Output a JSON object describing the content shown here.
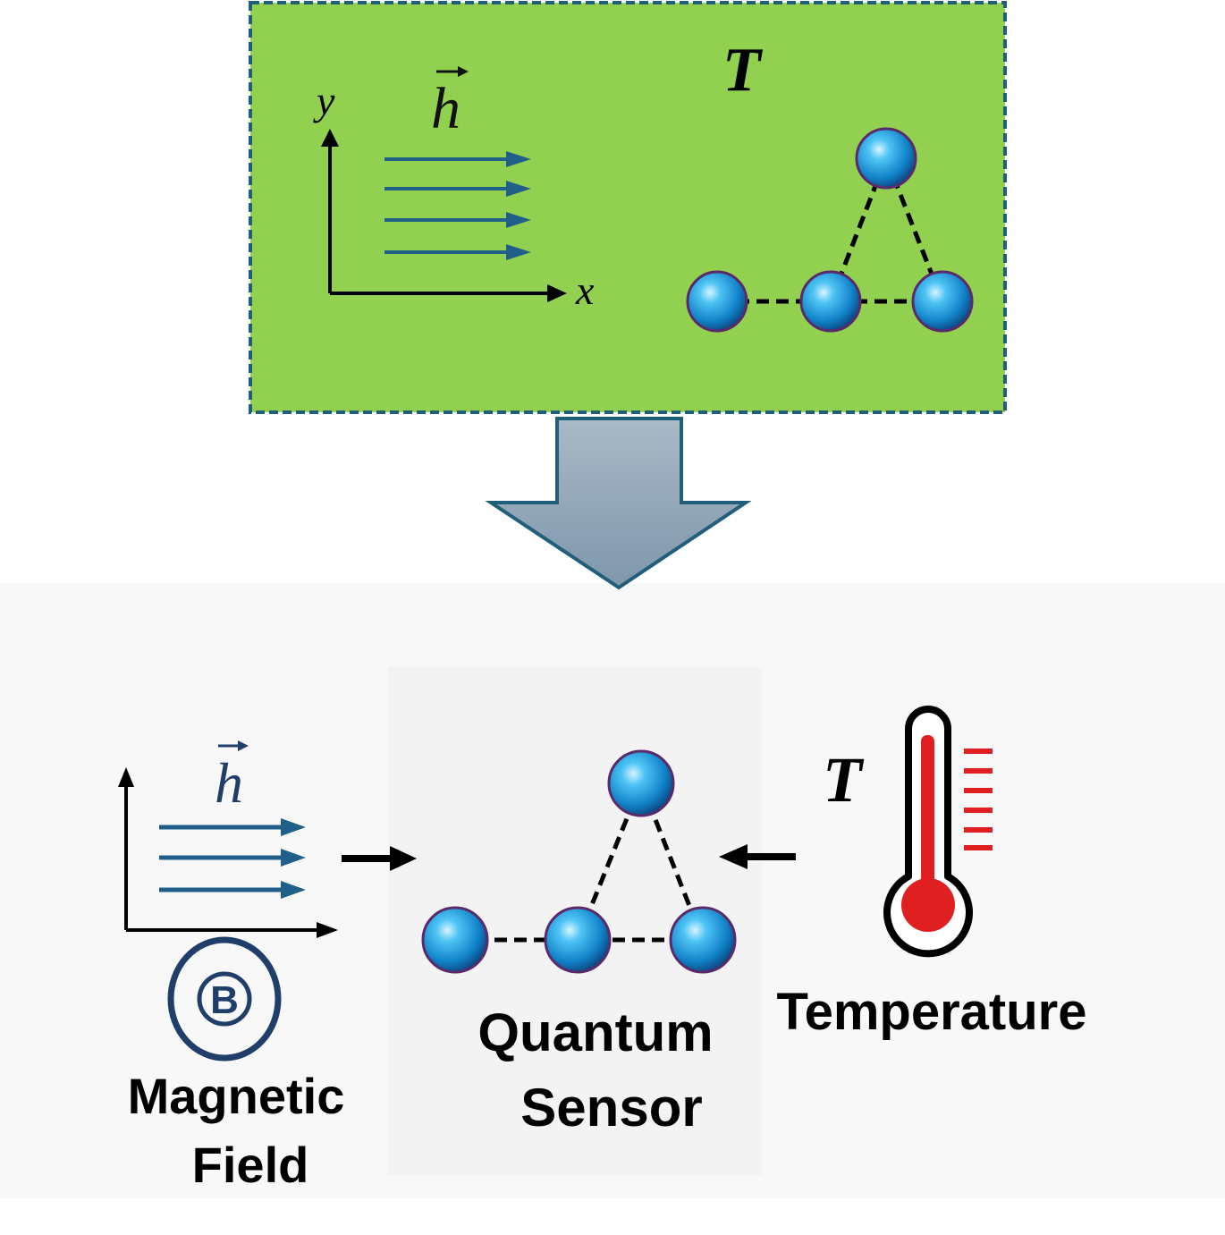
{
  "top_panel": {
    "temperature_symbol": "T",
    "field_symbol": "h",
    "axis_x_label": "x",
    "axis_y_label": "y",
    "fill_color": "#92d050",
    "border_color": "#1f5f7a"
  },
  "bottom_panel": {
    "field_symbol": "h",
    "field_badge": "B",
    "field_caption_line1": "Magnetic",
    "field_caption_line2": "Field",
    "sensor_caption_line1": "Quantum",
    "sensor_caption_line2": "Sensor",
    "temperature_symbol": "T",
    "temperature_caption": "Temperature"
  },
  "colors": {
    "field_arrow": "#1f5f8a",
    "spin_sphere": "#1a9ee0",
    "thermometer_red": "#e02020"
  },
  "icons": [
    "down-arrow-icon",
    "thermometer-icon",
    "magnetic-field-badge-icon"
  ]
}
